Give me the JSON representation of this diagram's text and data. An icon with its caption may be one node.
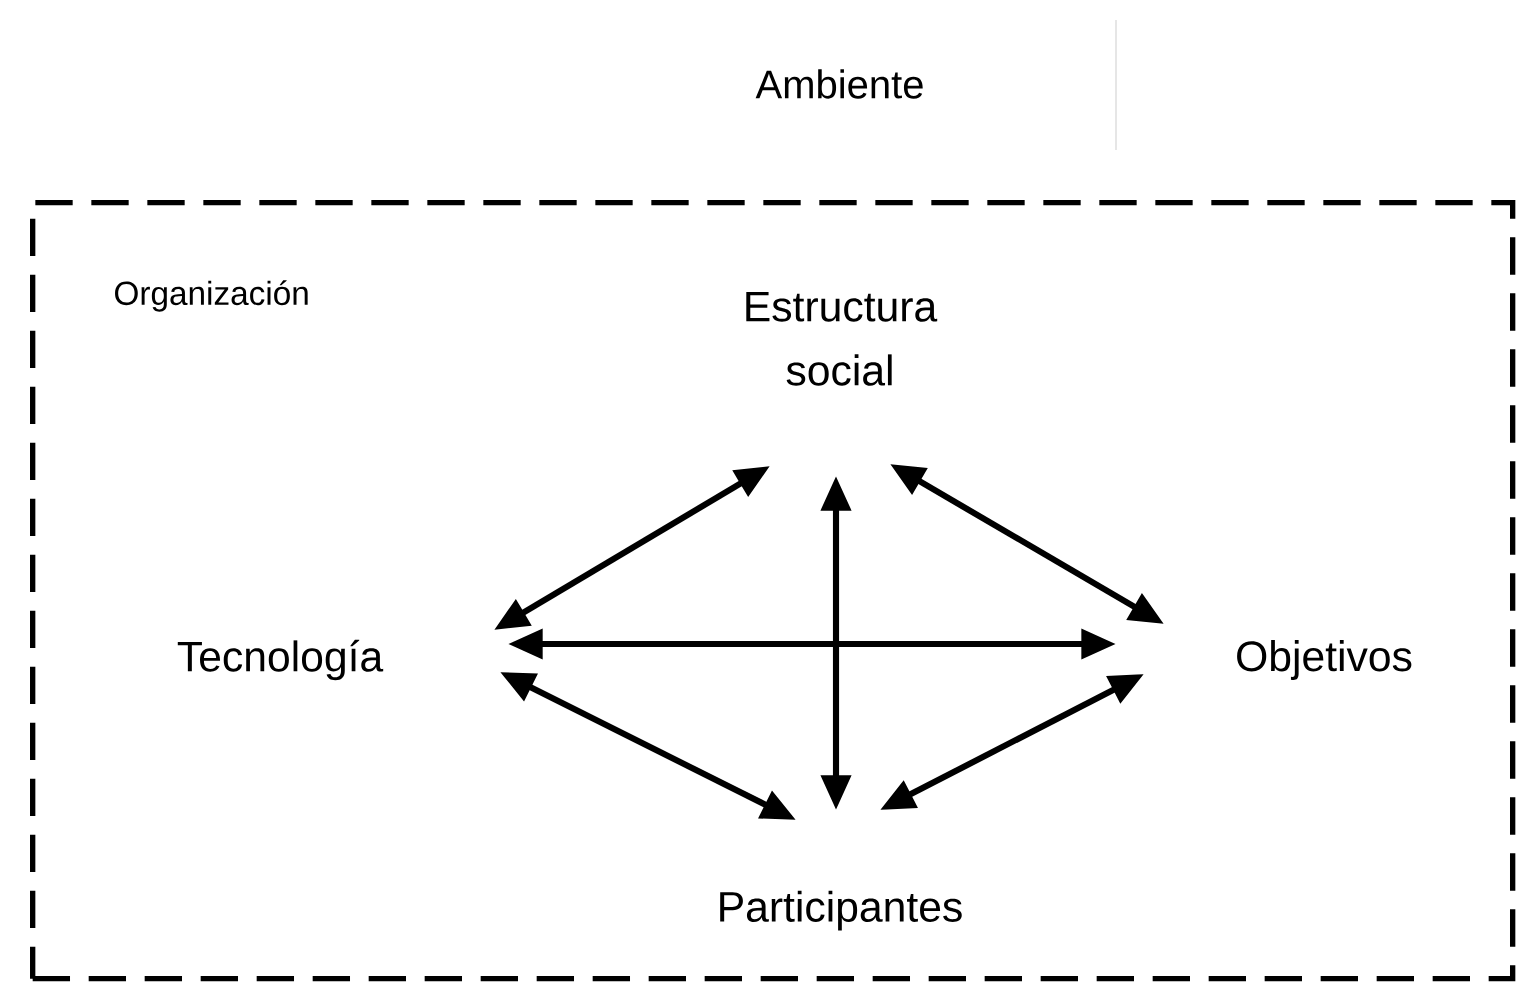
{
  "diagram": {
    "nodes": [
      {
        "text": [
          "Organización"
        ]
      },
      {
        "text": [
          "Estructura social"
        ],
        "in": 0
      },
      {
        "text": [
          "Tecnología"
        ],
        "in": 0
      },
      {
        "text": [
          "Objetivos"
        ],
        "in": 0
      },
      {
        "text": [
          "Participantes"
        ],
        "in": 0
      }
    ],
    "edges": [
      {
        "from": 1,
        "to": 2,
        "arrow": "both"
      },
      {
        "from": 1,
        "to": 3,
        "arrow": "both"
      },
      {
        "from": 2,
        "to": 3,
        "arrow": "both"
      },
      {
        "from": 1,
        "to": 4,
        "arrow": "both"
      },
      {
        "from": 2,
        "to": 4,
        "arrow": "both"
      },
      {
        "from": 3,
        "to": 4,
        "arrow": "both"
      }
    ],
    "labels": [
      "Ambiente"
    ]
  }
}
